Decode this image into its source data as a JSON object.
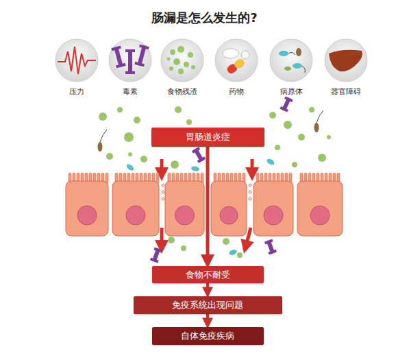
{
  "diagram": {
    "title": "肠漏是怎么发生的?",
    "nodes": [
      {
        "text": [
          "胃肠道炎症"
        ]
      },
      {
        "text": [
          "食物不耐受"
        ]
      },
      {
        "text": [
          "免疫系统出现问题"
        ]
      },
      {
        "text": [
          "自体免疫疾病"
        ]
      }
    ],
    "edges": [
      {
        "from": 0,
        "to": 1,
        "arrow": "to"
      },
      {
        "from": 1,
        "to": 2,
        "arrow": "to"
      },
      {
        "from": 2,
        "to": 3,
        "arrow": "to"
      }
    ],
    "labels": [
      "压力",
      "毒素",
      "食物残渣",
      "药物",
      "病原体",
      "器官障碍"
    ]
  }
}
